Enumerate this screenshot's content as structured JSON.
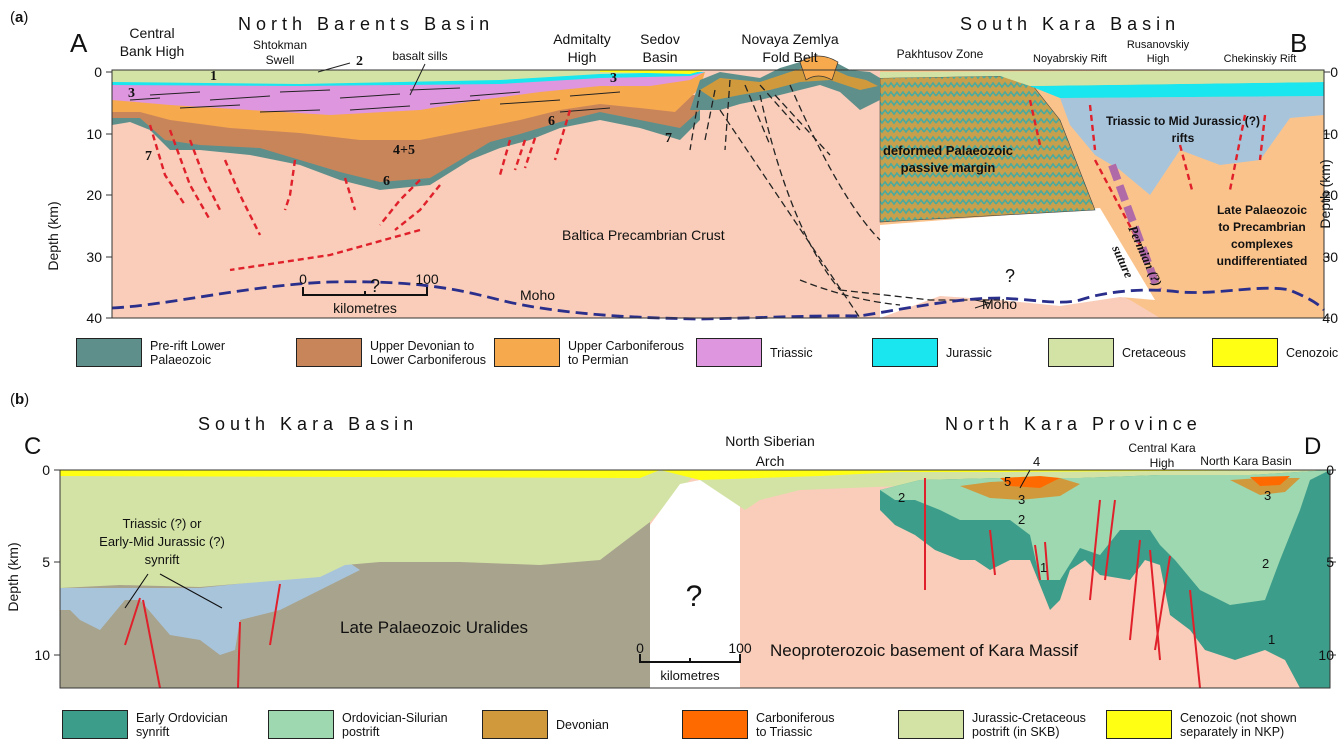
{
  "panel_a": {
    "label": "a",
    "left_end": "A",
    "right_end": "B",
    "basin_left": "N o r t h   B a r e n t s   B a s i n",
    "basin_right": "S o u t h   K a r a   B a s i n",
    "features": {
      "central_bank_1": "Central",
      "central_bank_2": "Bank High",
      "shtokman_1": "Shtokman",
      "shtokman_2": "Swell",
      "basalt": "basalt sills",
      "admiralty_1": "Admitalty",
      "admiralty_2": "High",
      "sedov_1": "Sedov",
      "sedov_2": "Basin",
      "novaya_1": "Novaya Zemlya",
      "novaya_2": "Fold Belt",
      "pakhtusov": "Pakhtusov Zone",
      "noyabrskiy": "Noyabrskiy Rift",
      "rusanovskiy_1": "Rusanovskiy",
      "rusanovskiy_2": "High",
      "chekinskiy": "Chekinskiy Rift"
    },
    "units": {
      "u1": "1",
      "u2": "2",
      "u3a": "3",
      "u3b": "3",
      "u45": "4+5",
      "u6a": "6",
      "u6b": "6",
      "u7a": "7",
      "u7b": "7"
    },
    "annotations": {
      "deformed_1": "deformed Palaeozoic",
      "deformed_2": "passive margin",
      "triassic_rifts_1": "Triassic to Mid Jurassic (?)",
      "triassic_rifts_2": "rifts",
      "late_pal_1": "Late Palaeozoic",
      "late_pal_2": "to Precambrian",
      "late_pal_3": "complexes",
      "late_pal_4": "undifferentiated",
      "baltica": "Baltica Precambrian Crust",
      "q1": "?",
      "q2": "?",
      "moho_left": "Moho",
      "moho_right": "Moho",
      "suture_1": "Permian (?)",
      "suture_2": "suture"
    },
    "scale": {
      "start": "0",
      "end": "100",
      "unit": "kilometres"
    },
    "axis": {
      "label": "Depth (km)",
      "ticks": [
        "0",
        "10",
        "20",
        "30",
        "40"
      ]
    },
    "legend": [
      {
        "label_1": "Pre-rift Lower",
        "label_2": "Palaeozoic",
        "color": "#5f8f8b"
      },
      {
        "label_1": "Upper Devonian to",
        "label_2": "Lower Carboniferous",
        "color": "#c9855a"
      },
      {
        "label_1": "Upper Carboniferous",
        "label_2": "to Permian",
        "color": "#f7a94e"
      },
      {
        "label_1": "Triassic",
        "label_2": "",
        "color": "#de96de"
      },
      {
        "label_1": "Jurassic",
        "label_2": "",
        "color": "#19e6ee"
      },
      {
        "label_1": "Cretaceous",
        "label_2": "",
        "color": "#d3e3a5"
      },
      {
        "label_1": "Cenozoic",
        "label_2": "",
        "color": "#ffff14"
      }
    ]
  },
  "panel_b": {
    "label": "b",
    "left_end": "C",
    "right_end": "D",
    "basin_left": "S o u t h   K a r a   B a s i n",
    "basin_right": "N o r t h   K a r a   P r o v i n c e",
    "features": {
      "nsa_1": "North Siberian",
      "nsa_2": "Arch",
      "ckh_1": "Central Kara",
      "ckh_2": "High",
      "nkb": "North Kara Basin"
    },
    "annotations": {
      "synrift_1": "Triassic (?) or",
      "synrift_2": "Early-Mid Jurassic (?)",
      "synrift_3": "synrift",
      "uralides": "Late Palaeozoic Uralides",
      "q": "?",
      "basement": "Neoproterozoic basement of Kara Massif"
    },
    "units": {
      "n1a": "1",
      "n1b": "1",
      "n2a": "2",
      "n2b": "2",
      "n2c": "2",
      "n3a": "3",
      "n3b": "3",
      "n4": "4",
      "n5": "5"
    },
    "scale": {
      "start": "0",
      "end": "100",
      "unit": "kilometres"
    },
    "axis": {
      "label": "Depth (km)",
      "ticks": [
        "0",
        "5",
        "10"
      ]
    },
    "legend": [
      {
        "label_1": "Early Ordovician",
        "label_2": "synrift",
        "color": "#3c9d8a"
      },
      {
        "label_1": "Ordovician-Silurian",
        "label_2": "postrift",
        "color": "#9ed8b0"
      },
      {
        "label_1": "Devonian",
        "label_2": "",
        "color": "#d09a3c"
      },
      {
        "label_1": "Carboniferous",
        "label_2": "to Triassic",
        "color": "#ff6a00"
      },
      {
        "label_1": "Jurassic-Cretaceous",
        "label_2": "postrift (in SKB)",
        "color": "#d3e3a5"
      },
      {
        "label_1": "Cenozoic (not shown",
        "label_2": "separately in NKP)",
        "color": "#ffff14"
      }
    ]
  }
}
